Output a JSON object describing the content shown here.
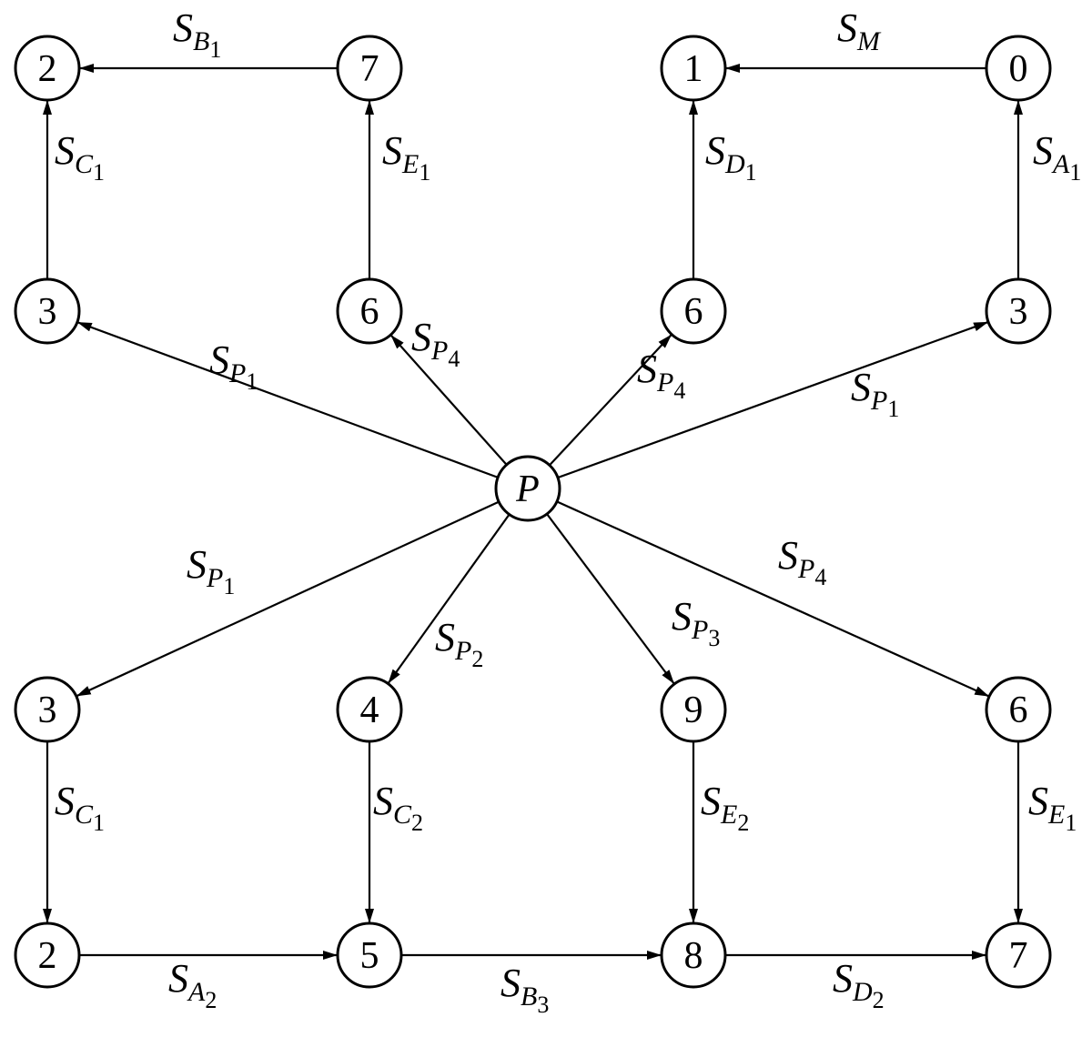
{
  "nodes": [
    {
      "id": "n_tl_top",
      "label": "2"
    },
    {
      "id": "n_tm_top",
      "label": "7"
    },
    {
      "id": "n_tr1_top",
      "label": "1"
    },
    {
      "id": "n_tr_top",
      "label": "0"
    },
    {
      "id": "n_tl_mid",
      "label": "3"
    },
    {
      "id": "n_tm_mid",
      "label": "6"
    },
    {
      "id": "n_tr1_mid",
      "label": "6"
    },
    {
      "id": "n_tr_mid",
      "label": "3"
    },
    {
      "id": "n_center",
      "label": "P"
    },
    {
      "id": "n_bl_mid",
      "label": "3"
    },
    {
      "id": "n_bm1_mid",
      "label": "4"
    },
    {
      "id": "n_bm2_mid",
      "label": "9"
    },
    {
      "id": "n_br_mid",
      "label": "6"
    },
    {
      "id": "n_bl_bot",
      "label": "2"
    },
    {
      "id": "n_bm1_bot",
      "label": "5"
    },
    {
      "id": "n_bm2_bot",
      "label": "8"
    },
    {
      "id": "n_br_bot",
      "label": "7"
    }
  ],
  "edges": [
    {
      "from": "n_tm_top",
      "to": "n_tl_top",
      "label": {
        "main": "S",
        "sub": "B",
        "subsub": "1"
      }
    },
    {
      "from": "n_tr_top",
      "to": "n_tr1_top",
      "label": {
        "main": "S",
        "sub": "M",
        "subsub": ""
      }
    },
    {
      "from": "n_tl_mid",
      "to": "n_tl_top",
      "label": {
        "main": "S",
        "sub": "C",
        "subsub": "1"
      }
    },
    {
      "from": "n_tm_mid",
      "to": "n_tm_top",
      "label": {
        "main": "S",
        "sub": "E",
        "subsub": "1"
      }
    },
    {
      "from": "n_tr1_mid",
      "to": "n_tr1_top",
      "label": {
        "main": "S",
        "sub": "D",
        "subsub": "1"
      }
    },
    {
      "from": "n_tr_mid",
      "to": "n_tr_top",
      "label": {
        "main": "S",
        "sub": "A",
        "subsub": "1"
      }
    },
    {
      "from": "n_center",
      "to": "n_tl_mid",
      "label": {
        "main": "S",
        "sub": "P",
        "subsub": "1"
      }
    },
    {
      "from": "n_center",
      "to": "n_tm_mid",
      "label": {
        "main": "S",
        "sub": "P",
        "subsub": "4"
      }
    },
    {
      "from": "n_center",
      "to": "n_tr1_mid",
      "label": {
        "main": "S",
        "sub": "P",
        "subsub": "4"
      }
    },
    {
      "from": "n_center",
      "to": "n_tr_mid",
      "label": {
        "main": "S",
        "sub": "P",
        "subsub": "1"
      }
    },
    {
      "from": "n_center",
      "to": "n_bl_mid",
      "label": {
        "main": "S",
        "sub": "P",
        "subsub": "1"
      }
    },
    {
      "from": "n_center",
      "to": "n_bm1_mid",
      "label": {
        "main": "S",
        "sub": "P",
        "subsub": "2"
      }
    },
    {
      "from": "n_center",
      "to": "n_bm2_mid",
      "label": {
        "main": "S",
        "sub": "P",
        "subsub": "3"
      }
    },
    {
      "from": "n_center",
      "to": "n_br_mid",
      "label": {
        "main": "S",
        "sub": "P",
        "subsub": "4"
      }
    },
    {
      "from": "n_bl_mid",
      "to": "n_bl_bot",
      "label": {
        "main": "S",
        "sub": "C",
        "subsub": "1"
      }
    },
    {
      "from": "n_bm1_mid",
      "to": "n_bm1_bot",
      "label": {
        "main": "S",
        "sub": "C",
        "subsub": "2"
      }
    },
    {
      "from": "n_bm2_mid",
      "to": "n_bm2_bot",
      "label": {
        "main": "S",
        "sub": "E",
        "subsub": "2"
      }
    },
    {
      "from": "n_br_mid",
      "to": "n_br_bot",
      "label": {
        "main": "S",
        "sub": "E",
        "subsub": "1"
      }
    },
    {
      "from": "n_bl_bot",
      "to": "n_bm1_bot",
      "label": {
        "main": "S",
        "sub": "A",
        "subsub": "2"
      }
    },
    {
      "from": "n_bm1_bot",
      "to": "n_bm2_bot",
      "label": {
        "main": "S",
        "sub": "B",
        "subsub": "3"
      }
    },
    {
      "from": "n_bm2_bot",
      "to": "n_br_bot",
      "label": {
        "main": "S",
        "sub": "D",
        "subsub": "2"
      }
    }
  ]
}
